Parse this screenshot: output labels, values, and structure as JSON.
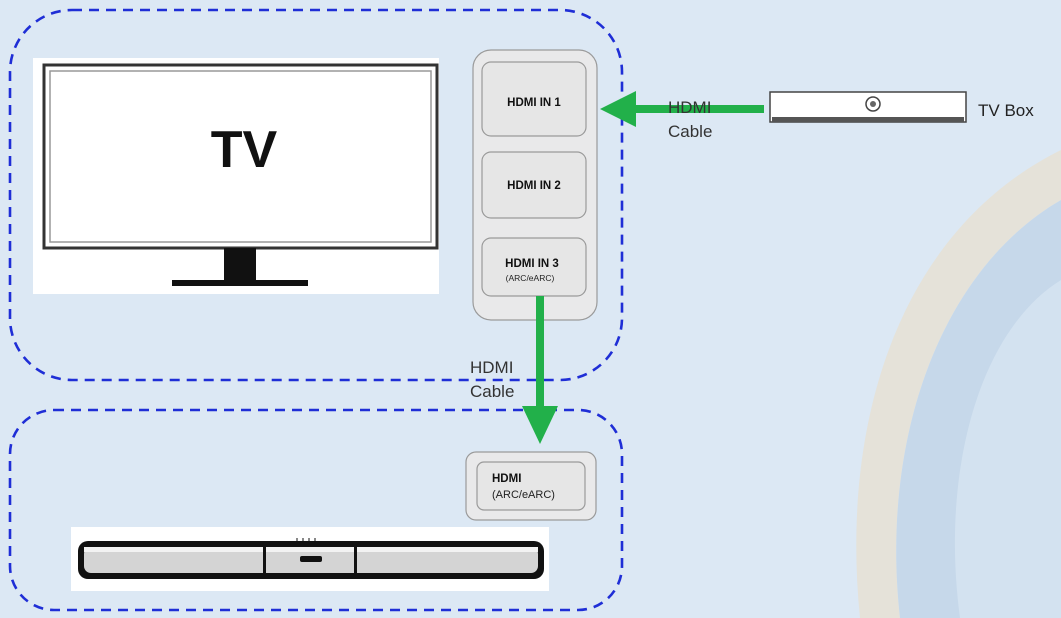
{
  "tv": {
    "label": "TV",
    "ports": [
      {
        "label": "HDMI IN 1",
        "sub": ""
      },
      {
        "label": "HDMI IN 2",
        "sub": ""
      },
      {
        "label": "HDMI IN 3",
        "sub": "(ARC/eARC)"
      }
    ]
  },
  "tv_box": {
    "label": "TV Box"
  },
  "soundbar": {
    "port": {
      "label": "HDMI",
      "sub": "(ARC/eARC)"
    }
  },
  "cables": {
    "top": {
      "line1": "HDMI",
      "line2": "Cable"
    },
    "bottom": {
      "line1": "HDMI",
      "line2": "Cable"
    }
  },
  "colors": {
    "background": "#dce8f4",
    "group_border": "#1f2ed6",
    "cable": "#22b04a"
  }
}
